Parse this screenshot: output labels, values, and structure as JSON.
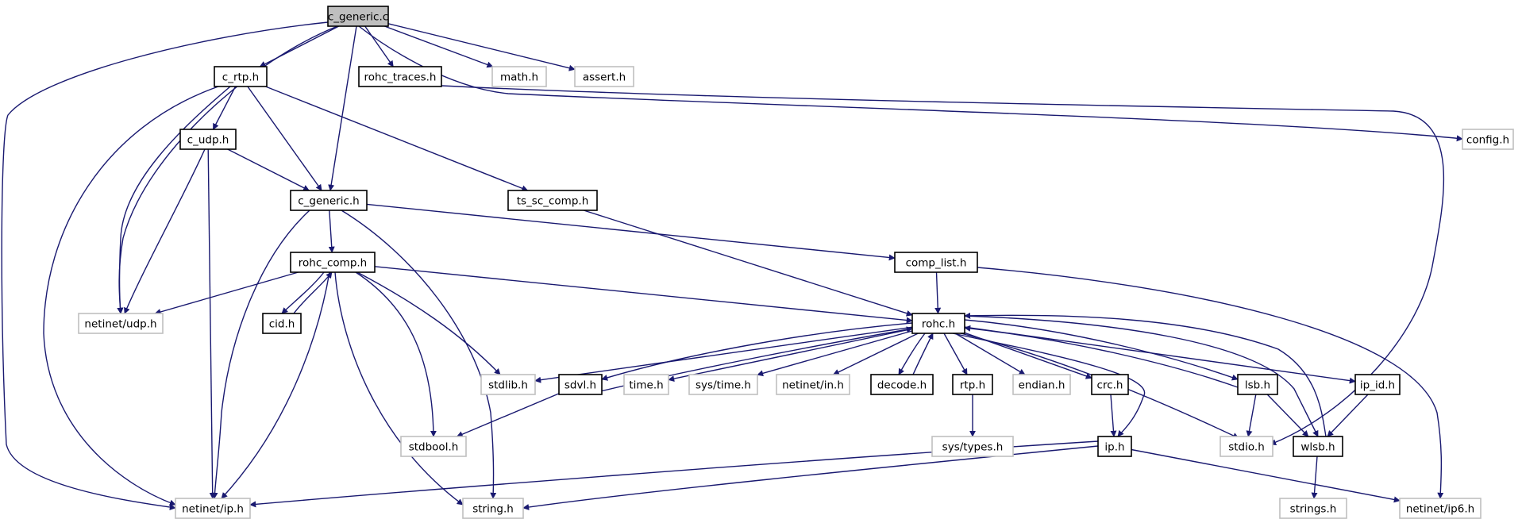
{
  "colors": {
    "edge": "#191970",
    "border_local": "#000000",
    "border_system": "#bfbfbf",
    "root_fill": "#bfbfbf",
    "fill": "#ffffff"
  },
  "nodes": [
    {
      "id": "c_generic_c",
      "label": "c_generic.c",
      "kind": "root"
    },
    {
      "id": "c_rtp_h",
      "label": "c_rtp.h",
      "kind": "local"
    },
    {
      "id": "rohc_traces_h",
      "label": "rohc_traces.h",
      "kind": "local"
    },
    {
      "id": "math_h",
      "label": "math.h",
      "kind": "system"
    },
    {
      "id": "assert_h",
      "label": "assert.h",
      "kind": "system"
    },
    {
      "id": "config_h",
      "label": "config.h",
      "kind": "system"
    },
    {
      "id": "c_udp_h",
      "label": "c_udp.h",
      "kind": "local"
    },
    {
      "id": "c_generic_h",
      "label": "c_generic.h",
      "kind": "local"
    },
    {
      "id": "ts_sc_comp_h",
      "label": "ts_sc_comp.h",
      "kind": "local"
    },
    {
      "id": "rohc_comp_h",
      "label": "rohc_comp.h",
      "kind": "local"
    },
    {
      "id": "comp_list_h",
      "label": "comp_list.h",
      "kind": "local"
    },
    {
      "id": "netinet_udp_h",
      "label": "netinet/udp.h",
      "kind": "system"
    },
    {
      "id": "cid_h",
      "label": "cid.h",
      "kind": "local"
    },
    {
      "id": "rohc_h",
      "label": "rohc.h",
      "kind": "local"
    },
    {
      "id": "stdlib_h",
      "label": "stdlib.h",
      "kind": "system"
    },
    {
      "id": "sdvl_h",
      "label": "sdvl.h",
      "kind": "local"
    },
    {
      "id": "time_h",
      "label": "time.h",
      "kind": "system"
    },
    {
      "id": "sys_time_h",
      "label": "sys/time.h",
      "kind": "system"
    },
    {
      "id": "netinet_in_h",
      "label": "netinet/in.h",
      "kind": "system"
    },
    {
      "id": "decode_h",
      "label": "decode.h",
      "kind": "local"
    },
    {
      "id": "rtp_h",
      "label": "rtp.h",
      "kind": "local"
    },
    {
      "id": "endian_h",
      "label": "endian.h",
      "kind": "system"
    },
    {
      "id": "crc_h",
      "label": "crc.h",
      "kind": "local"
    },
    {
      "id": "lsb_h",
      "label": "lsb.h",
      "kind": "local"
    },
    {
      "id": "ip_id_h",
      "label": "ip_id.h",
      "kind": "local"
    },
    {
      "id": "stdbool_h",
      "label": "stdbool.h",
      "kind": "system"
    },
    {
      "id": "sys_types_h",
      "label": "sys/types.h",
      "kind": "system"
    },
    {
      "id": "ip_h",
      "label": "ip.h",
      "kind": "local"
    },
    {
      "id": "stdio_h",
      "label": "stdio.h",
      "kind": "system"
    },
    {
      "id": "wlsb_h",
      "label": "wlsb.h",
      "kind": "local"
    },
    {
      "id": "netinet_ip_h",
      "label": "netinet/ip.h",
      "kind": "system"
    },
    {
      "id": "string_h",
      "label": "string.h",
      "kind": "system"
    },
    {
      "id": "strings_h",
      "label": "strings.h",
      "kind": "system"
    },
    {
      "id": "netinet_ip6_h",
      "label": "netinet/ip6.h",
      "kind": "system"
    }
  ],
  "edges": [
    {
      "from": "c_generic_c",
      "to": "c_rtp_h"
    },
    {
      "from": "c_generic_c",
      "to": "rohc_traces_h"
    },
    {
      "from": "c_generic_c",
      "to": "math_h"
    },
    {
      "from": "c_generic_c",
      "to": "assert_h"
    },
    {
      "from": "c_generic_c",
      "to": "config_h"
    },
    {
      "from": "c_generic_c",
      "to": "c_generic_h"
    },
    {
      "from": "c_generic_c",
      "to": "netinet_udp_h"
    },
    {
      "from": "c_generic_c",
      "to": "netinet_ip_h"
    },
    {
      "from": "rohc_traces_h",
      "to": "stdio_h"
    },
    {
      "from": "c_rtp_h",
      "to": "c_udp_h"
    },
    {
      "from": "c_rtp_h",
      "to": "c_generic_h"
    },
    {
      "from": "c_rtp_h",
      "to": "ts_sc_comp_h"
    },
    {
      "from": "c_rtp_h",
      "to": "netinet_udp_h"
    },
    {
      "from": "c_rtp_h",
      "to": "netinet_ip_h"
    },
    {
      "from": "c_udp_h",
      "to": "c_generic_h"
    },
    {
      "from": "c_udp_h",
      "to": "netinet_udp_h"
    },
    {
      "from": "c_udp_h",
      "to": "netinet_ip_h"
    },
    {
      "from": "c_generic_h",
      "to": "rohc_comp_h"
    },
    {
      "from": "c_generic_h",
      "to": "comp_list_h"
    },
    {
      "from": "c_generic_h",
      "to": "netinet_ip_h"
    },
    {
      "from": "c_generic_h",
      "to": "string_h"
    },
    {
      "from": "ts_sc_comp_h",
      "to": "rohc_h"
    },
    {
      "from": "rohc_comp_h",
      "to": "netinet_udp_h"
    },
    {
      "from": "rohc_comp_h",
      "to": "cid_h"
    },
    {
      "from": "cid_h",
      "to": "rohc_comp_h"
    },
    {
      "from": "rohc_comp_h",
      "to": "rohc_h"
    },
    {
      "from": "rohc_comp_h",
      "to": "stdlib_h"
    },
    {
      "from": "rohc_comp_h",
      "to": "stdbool_h"
    },
    {
      "from": "rohc_comp_h",
      "to": "string_h"
    },
    {
      "from": "rohc_comp_h",
      "to": "netinet_ip_h"
    },
    {
      "from": "comp_list_h",
      "to": "rohc_h"
    },
    {
      "from": "comp_list_h",
      "to": "netinet_ip6_h"
    },
    {
      "from": "rohc_h",
      "to": "stdlib_h"
    },
    {
      "from": "rohc_h",
      "to": "sdvl_h"
    },
    {
      "from": "sdvl_h",
      "to": "rohc_h"
    },
    {
      "from": "rohc_h",
      "to": "time_h"
    },
    {
      "from": "rohc_h",
      "to": "sys_time_h"
    },
    {
      "from": "rohc_h",
      "to": "netinet_in_h"
    },
    {
      "from": "rohc_h",
      "to": "decode_h"
    },
    {
      "from": "decode_h",
      "to": "rohc_h"
    },
    {
      "from": "rohc_h",
      "to": "rtp_h"
    },
    {
      "from": "rohc_h",
      "to": "endian_h"
    },
    {
      "from": "rohc_h",
      "to": "crc_h"
    },
    {
      "from": "rohc_h",
      "to": "ip_h"
    },
    {
      "from": "rohc_h",
      "to": "stdio_h"
    },
    {
      "from": "rohc_h",
      "to": "lsb_h"
    },
    {
      "from": "lsb_h",
      "to": "rohc_h"
    },
    {
      "from": "rohc_h",
      "to": "wlsb_h"
    },
    {
      "from": "wlsb_h",
      "to": "rohc_h"
    },
    {
      "from": "rohc_h",
      "to": "ip_id_h"
    },
    {
      "from": "sdvl_h",
      "to": "stdbool_h"
    },
    {
      "from": "rtp_h",
      "to": "sys_types_h"
    },
    {
      "from": "crc_h",
      "to": "ip_h"
    },
    {
      "from": "lsb_h",
      "to": "stdio_h"
    },
    {
      "from": "lsb_h",
      "to": "wlsb_h"
    },
    {
      "from": "ip_id_h",
      "to": "wlsb_h"
    },
    {
      "from": "ip_h",
      "to": "netinet_ip_h"
    },
    {
      "from": "ip_h",
      "to": "string_h"
    },
    {
      "from": "ip_h",
      "to": "netinet_ip6_h"
    },
    {
      "from": "wlsb_h",
      "to": "strings_h"
    }
  ]
}
